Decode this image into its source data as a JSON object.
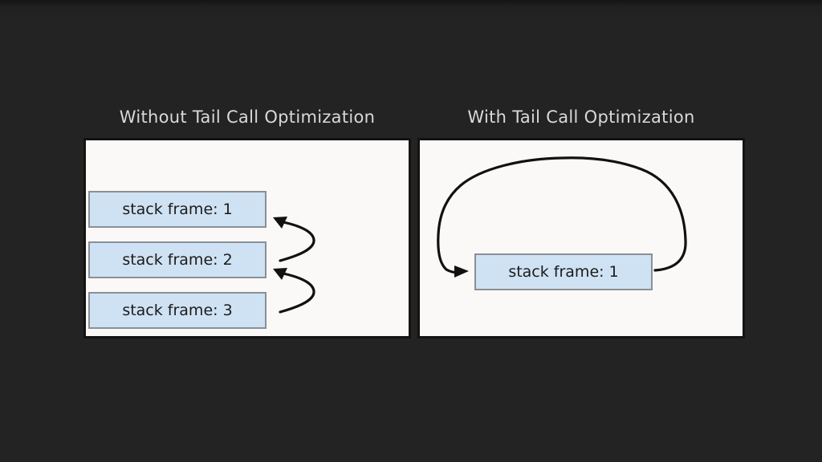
{
  "slide": {
    "left_panel": {
      "title": "Without Tail Call Optimization",
      "frames": [
        "stack frame: 1",
        "stack frame: 2",
        "stack frame: 3"
      ]
    },
    "right_panel": {
      "title": "With Tail Call Optimization",
      "frames": [
        "stack frame: 1"
      ]
    }
  },
  "colors": {
    "slide-bg": "#232323",
    "panel-bg": "#faf9f7",
    "panel-border": "#131313",
    "box-fill": "#cfe2f4",
    "box-border": "#8a8f96",
    "box-text": "#1b1b1b",
    "title-text": "#d9d9d9",
    "arrow": "#111111"
  }
}
